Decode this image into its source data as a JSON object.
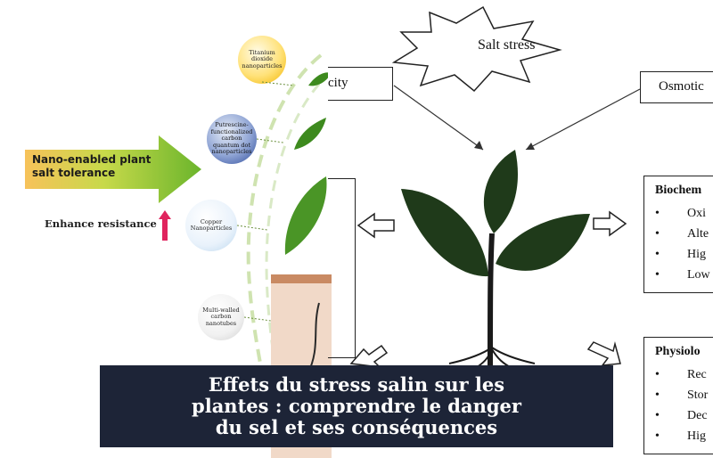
{
  "left_panel": {
    "arrow_label": "Nano-enabled plant salt tolerance",
    "enhance_label": "Enhance resistance",
    "nanoparticles": [
      {
        "name": "Titanium dioxide nanoparticles"
      },
      {
        "name": "Putrescine-functionalized carbon quantum dot nanoparticles"
      },
      {
        "name": "Copper Nanoparticles"
      },
      {
        "name": "Multi-walled carbon nanotubes"
      }
    ]
  },
  "diagram": {
    "center_label": "Salt stress",
    "toxicity_label": "city",
    "osmotic_label": "Osmotic",
    "biochemical": {
      "title": "Biochem",
      "items": [
        "Oxi",
        "Alte",
        "Hig",
        "Low"
      ]
    },
    "physiological": {
      "title": "Physiolo",
      "items": [
        "Rec",
        "Stor",
        "Dec",
        "Hig"
      ]
    }
  },
  "caption": {
    "text": "Effets du stress salin sur les plantes : comprendre le danger du sel et ses conséquences"
  },
  "colors": {
    "caption_bg": "#1d2437",
    "leaf_dark": "#1f3a1a",
    "arrow_green": "#8fbf2a",
    "enhance_arrow": "#e0245e"
  }
}
